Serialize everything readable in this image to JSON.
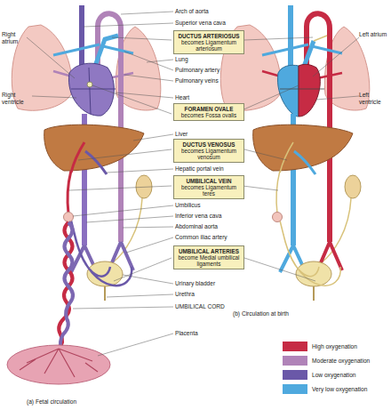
{
  "diagram": {
    "nodes": [
      {
        "text": [
          "DUCTUS ARTERIOSUS",
          "becomes Ligamentum arteriosum"
        ]
      },
      {
        "text": [
          "FORAMEN OVALE",
          "becomes Fossa ovalis"
        ]
      },
      {
        "text": [
          "DUCTUS VENOSUS",
          "becomes Ligamentum venosum"
        ]
      },
      {
        "text": [
          "UMBILICAL VEIN",
          "becomes Ligamentum teres"
        ]
      },
      {
        "text": [
          "UMBILICAL ARTERIES",
          "become Medial umbilical ligaments"
        ]
      }
    ],
    "labels": [
      "Arch of aorta",
      "Superior vena cava",
      "Right atrium",
      "Left atrium",
      "Lung",
      "Pulmonary artery",
      "Pulmonary veins",
      "Right ventricle",
      "Left ventricle",
      "Heart",
      "Liver",
      "Hepatic portal vein",
      "Umbilicus",
      "Inferior vena cava",
      "Abdominal aorta",
      "Common iliac artery",
      "Urinary bladder",
      "Urethra",
      "UMBILICAL CORD",
      "Placenta",
      "(a) Fetal circulation",
      "(b) Circulation at birth"
    ],
    "legend": [
      {
        "text": "High oxygenation",
        "color": "#c62b44"
      },
      {
        "text": "Moderate oxygenation",
        "color": "#b083b8"
      },
      {
        "text": "Low oxygenation",
        "color": "#6a58a8"
      },
      {
        "text": "Very low oxygenation",
        "color": "#4fa9de"
      }
    ]
  }
}
